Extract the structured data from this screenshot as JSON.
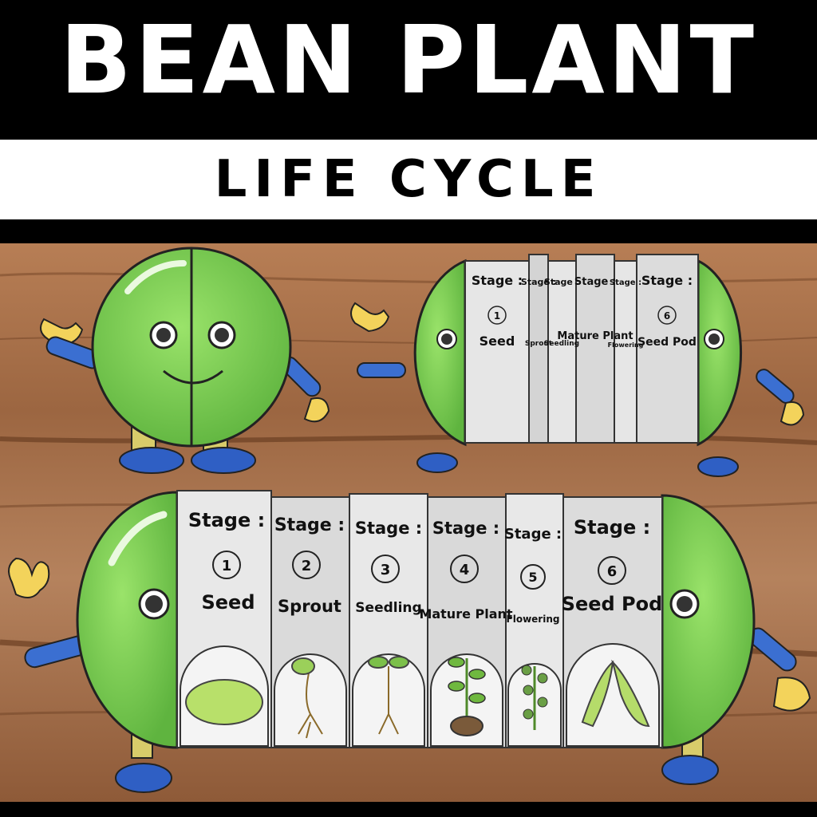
{
  "header": {
    "title": "BEAN PLANT",
    "subtitle": "LIFE CYCLE"
  },
  "colors": {
    "background": "#000000",
    "band": "#ffffff",
    "bean_green": "#7ccf4f",
    "wood": "#a76c45",
    "limb_blue": "#3b6fd1",
    "hand_yellow": "#f3d35b"
  },
  "craft": {
    "stage_word": "Stage :",
    "stages": [
      {
        "number": "1",
        "name": "Seed",
        "icon": "bean-seed-icon"
      },
      {
        "number": "2",
        "name": "Sprout",
        "icon": "sprout-icon"
      },
      {
        "number": "3",
        "name": "Seedling",
        "icon": "seedling-icon"
      },
      {
        "number": "4",
        "name": "Mature Plant",
        "icon": "mature-plant-icon"
      },
      {
        "number": "5",
        "name": "Flowering",
        "icon": "flowering-plant-icon"
      },
      {
        "number": "6",
        "name": "Seed Pod",
        "icon": "seed-pod-icon"
      }
    ]
  }
}
